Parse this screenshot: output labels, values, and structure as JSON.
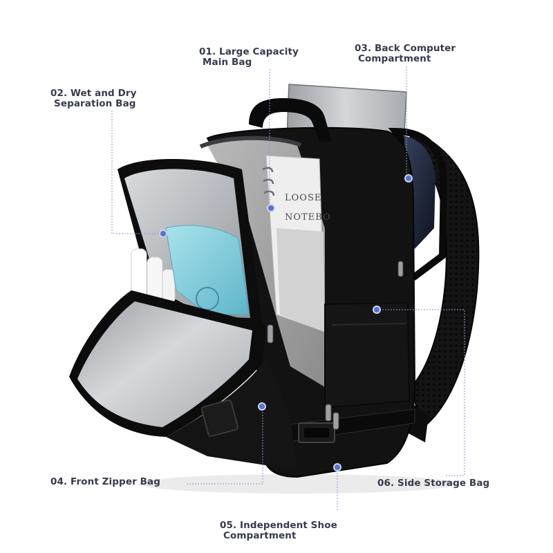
{
  "annotations": [
    {
      "id": "large-capacity",
      "line1": "01. Large Capacity",
      "line2": "Main Bag"
    },
    {
      "id": "wet-dry",
      "line1": "02. Wet and Dry",
      "line2": "Separation Bag"
    },
    {
      "id": "back-computer",
      "line1": "03. Back Computer",
      "line2": "Compartment"
    },
    {
      "id": "front-zipper",
      "line1": "04. Front Zipper Bag",
      "line2": ""
    },
    {
      "id": "shoe",
      "line1": "05. Independent Shoe",
      "line2": "Compartment"
    },
    {
      "id": "side-storage",
      "line1": "06. Side Storage Bag",
      "line2": ""
    }
  ],
  "notebook": {
    "line1": "LOOSE",
    "line2": "NOTEBO"
  },
  "colors": {
    "label": "#363a4c",
    "leader": "#8a9bd0",
    "dot": "#5b74c6",
    "bag": "#111111",
    "lining": "#c3c6cb"
  }
}
